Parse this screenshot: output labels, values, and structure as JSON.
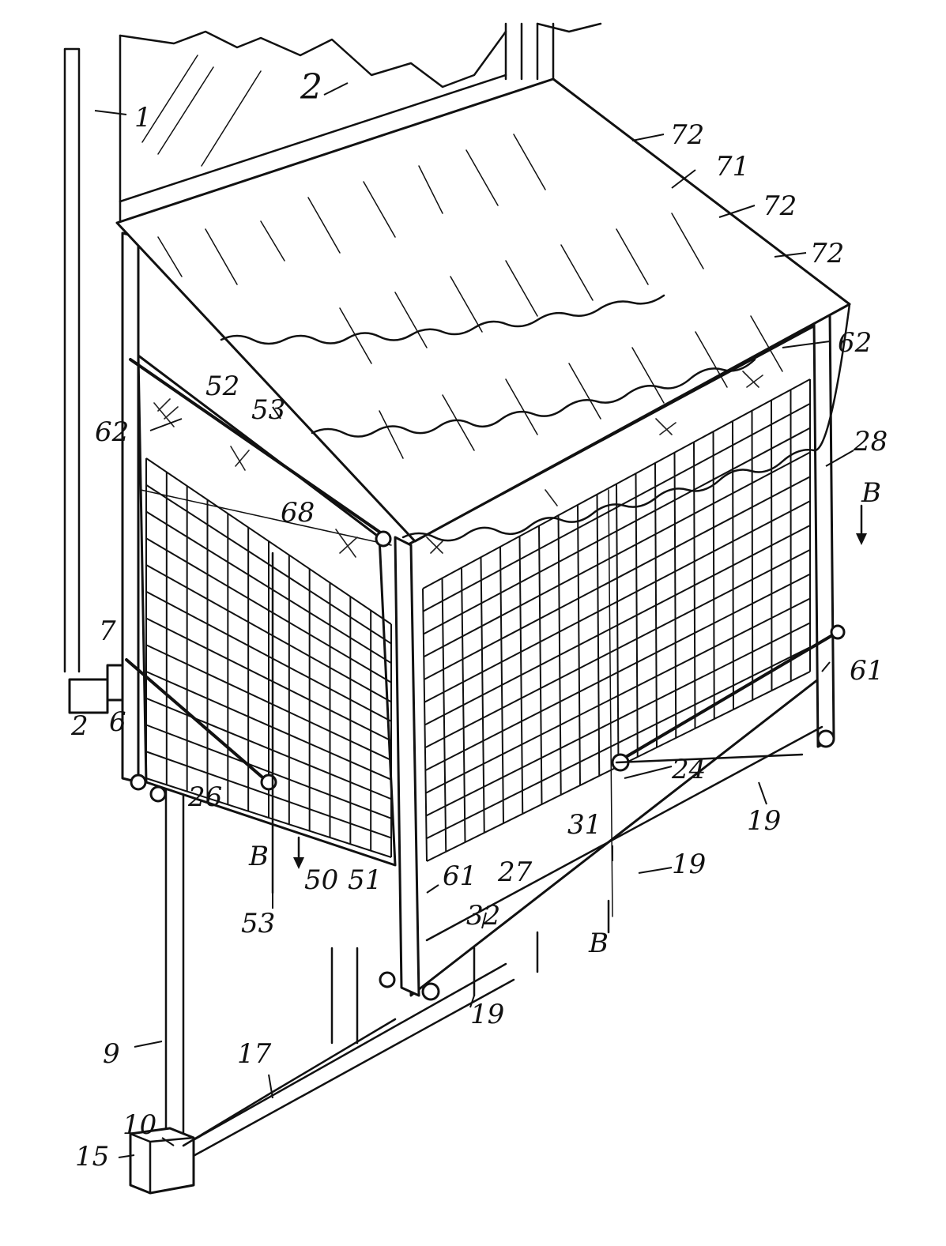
{
  "figure": {
    "labels": {
      "n1": "1",
      "n2_top": "2",
      "n2_left": "2",
      "n6": "6",
      "n7": "7",
      "n9": "9",
      "n10": "10",
      "n15": "15",
      "n17": "17",
      "n19_a": "19",
      "n19_b": "19",
      "n19_c": "19",
      "n24": "24",
      "n26": "26",
      "n27": "27",
      "n28": "28",
      "n31": "31",
      "n32": "32",
      "n50": "50",
      "n51": "51",
      "n52": "52",
      "n53_top": "53",
      "n53_bottom": "53",
      "n61_front": "61",
      "n61_right": "61",
      "n62_left": "62",
      "n62_right": "62",
      "n68": "68",
      "n71": "71",
      "n72_a": "72",
      "n72_b": "72",
      "n72_c": "72",
      "b_right": "B",
      "b_left": "B",
      "b_bottom": "B"
    }
  }
}
